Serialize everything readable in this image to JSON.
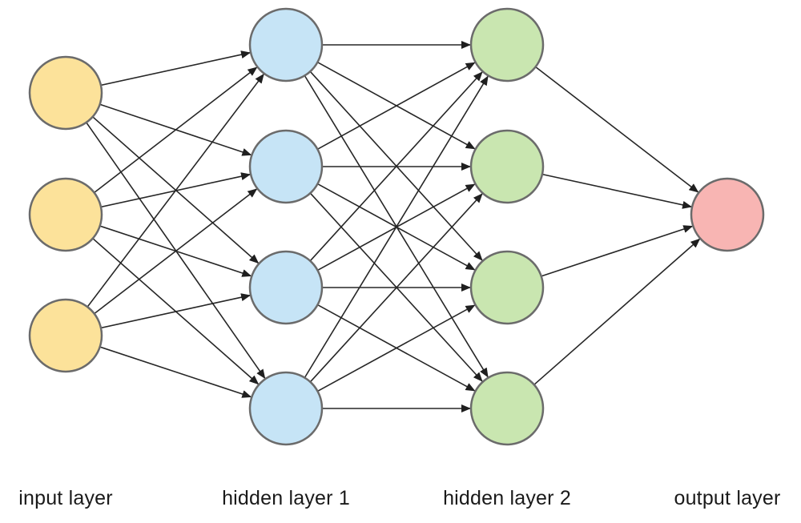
{
  "layers": [
    {
      "id": "input",
      "label": "input layer",
      "node_count": 3,
      "color": "#fce29a"
    },
    {
      "id": "hidden1",
      "label": "hidden layer 1",
      "node_count": 4,
      "color": "#c6e4f6"
    },
    {
      "id": "hidden2",
      "label": "hidden layer 2",
      "node_count": 4,
      "color": "#c9e6b0"
    },
    {
      "id": "output",
      "label": "output layer",
      "node_count": 1,
      "color": "#f8b5b3"
    }
  ],
  "connections": "fully-connected",
  "colors": {
    "node_stroke": "#6b6b6b",
    "edge": "#262626",
    "background": "#ffffff"
  }
}
